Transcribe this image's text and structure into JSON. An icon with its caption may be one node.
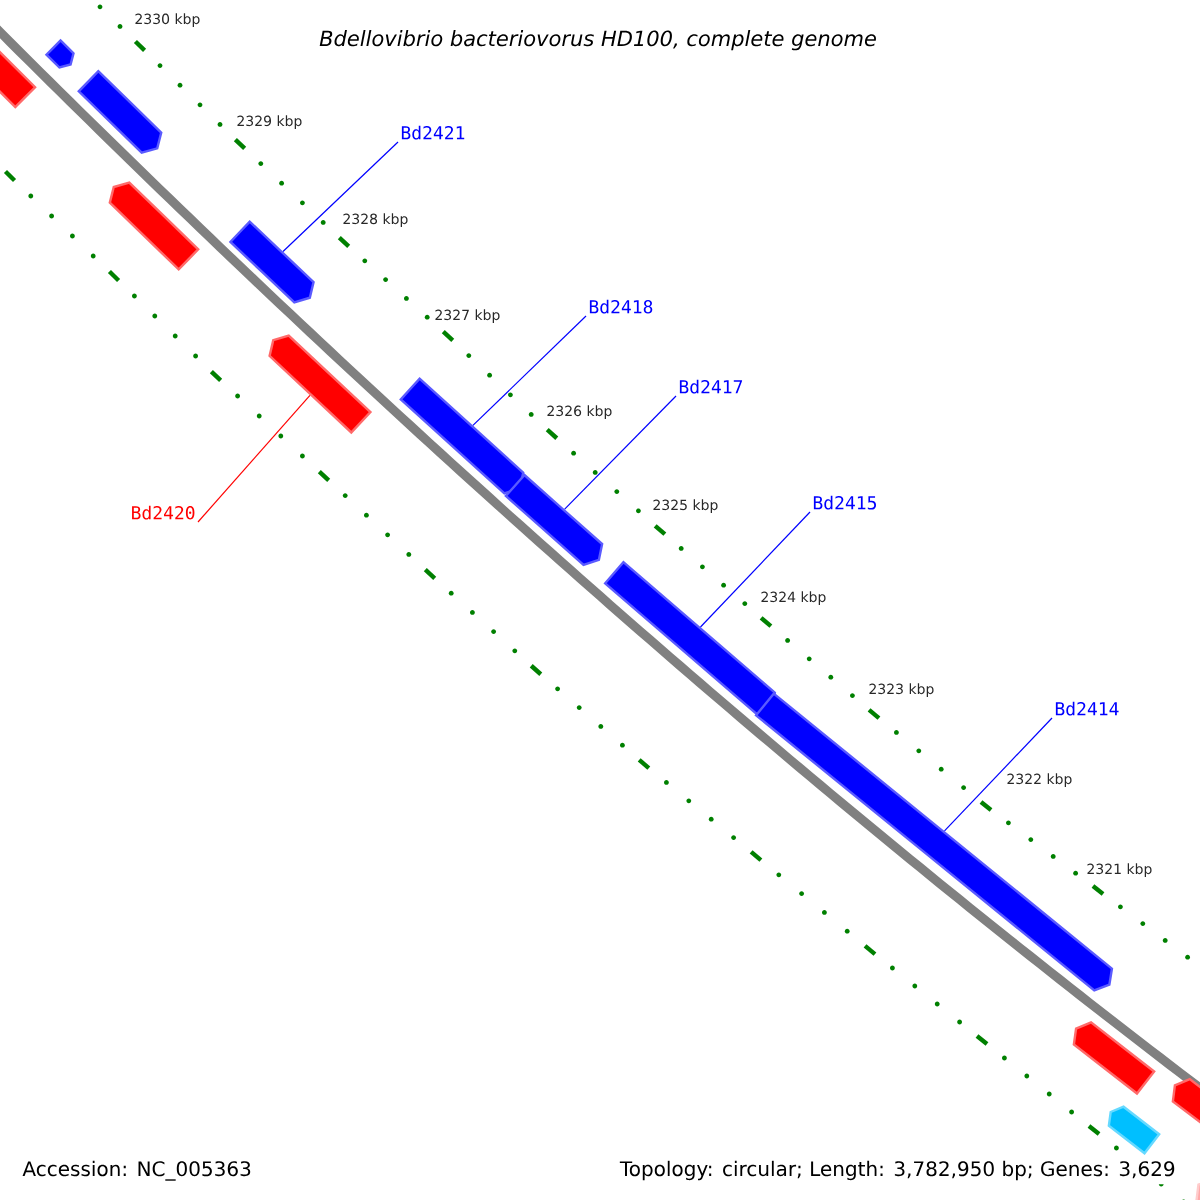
{
  "diagram": {
    "title": "Bdellovibrio bacteriovorus HD100, complete genome",
    "nodes": [
      {
        "text": [],
        "shape": "pentagon"
      },
      {
        "text": [],
        "shape": "pentagon"
      },
      {
        "text": [],
        "shape": "pentagon"
      },
      {
        "text": [],
        "shape": "pentagon"
      },
      {
        "text": [],
        "shape": "pentagon"
      },
      {
        "text": [],
        "shape": "pentagon"
      },
      {
        "text": [],
        "shape": "pentagon"
      },
      {
        "text": [],
        "shape": "pentagon"
      },
      {
        "text": [],
        "shape": "pentagon"
      },
      {
        "text": [],
        "shape": "pentagon"
      },
      {
        "text": [],
        "shape": "pentagon"
      },
      {
        "text": [],
        "shape": "pentagon"
      },
      {
        "text": [],
        "shape": "pentagon"
      },
      {
        "text": [],
        "shape": "pentagon"
      },
      {
        "text": [
          "Bd2421"
        ]
      },
      {
        "text": [
          "Bd2418"
        ]
      },
      {
        "text": [
          "Bd2417"
        ]
      },
      {
        "text": [
          "Bd2415"
        ]
      },
      {
        "text": [
          "Bd2420"
        ]
      },
      {
        "text": [
          "Bd2414"
        ]
      }
    ],
    "edges": [
      {
        "from": 14,
        "to": 4,
        "arrow": "none"
      },
      {
        "from": 15,
        "to": 6,
        "arrow": "none"
      },
      {
        "from": 16,
        "to": 7,
        "arrow": "none"
      },
      {
        "from": 17,
        "to": 8,
        "arrow": "none"
      },
      {
        "from": 18,
        "to": 5,
        "arrow": "none",
        "color": "#ff0000"
      },
      {
        "from": 19,
        "to": 9,
        "arrow": "none"
      }
    ],
    "labels": [
      "2330 kbp",
      "2329 kbp",
      "2328 kbp",
      "2327 kbp",
      "2326 kbp",
      "2325 kbp",
      "2324 kbp",
      "2323 kbp",
      "2322 kbp",
      "2321 kbp",
      "Accession: NC_005363",
      "Topology: circular; Length: 3,782,950 bp; Genes: 3,629"
    ]
  }
}
